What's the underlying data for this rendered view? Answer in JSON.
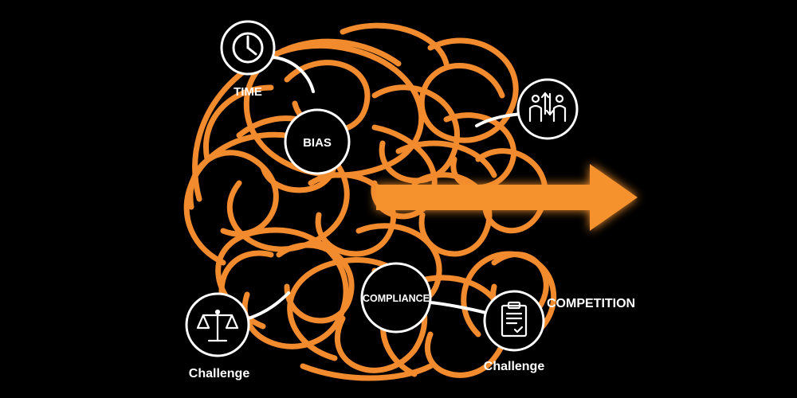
{
  "labels": {
    "time": "TIME",
    "bias": "BIAS",
    "compliance": "COMPLIANCE",
    "competition": "COMPETITION",
    "challenge_left": "Challenge",
    "challenge_right": "Challenge"
  },
  "icons": {
    "time": "clock-icon",
    "competition": "people-exchange-icon",
    "challenge_left": "scales-icon",
    "challenge_right": "clipboard-icon"
  },
  "colors": {
    "background": "#000000",
    "tangle": "#f28a2e",
    "arrow": "#f5922f",
    "node_fill": "#000000",
    "node_stroke": "#ffffff",
    "text": "#ffffff"
  }
}
